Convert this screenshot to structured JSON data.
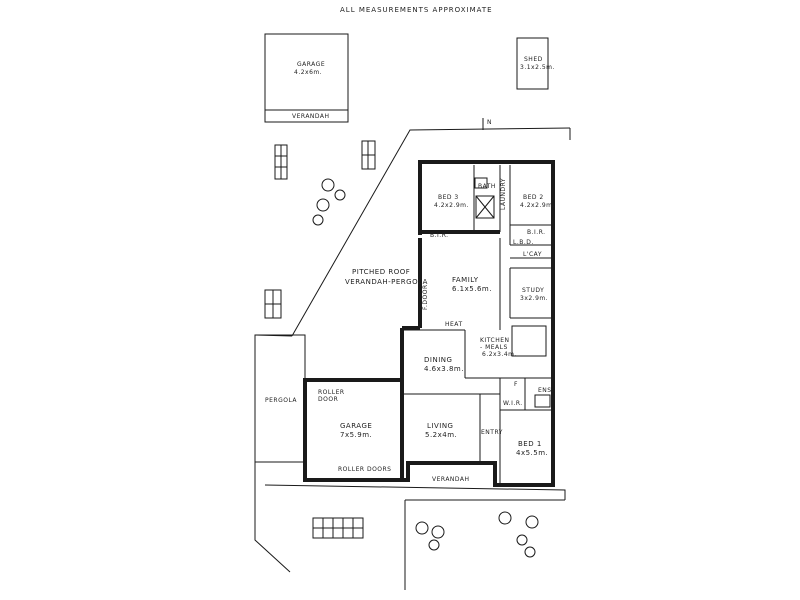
{
  "header": {
    "note": "ALL MEASUREMENTS APPROXIMATE"
  },
  "north": "N",
  "outbuildings": {
    "garage_rear": {
      "name": "GARAGE",
      "size": "4.2x6m."
    },
    "verandah_rear": "VERANDAH",
    "shed": {
      "name": "SHED",
      "size": "3.1x2.5m."
    }
  },
  "rooms": {
    "bed3": {
      "name": "BED 3",
      "size": "4.2x2.9m."
    },
    "bath": "BATH",
    "laundry": "LAUNDRY",
    "bed2": {
      "name": "BED 2",
      "size": "4.2x2.9m."
    },
    "bir1": "B.I.R.",
    "bir2": "B.I.R.",
    "lbd": "L.B.D.",
    "lcay": "L'CAY",
    "family": {
      "name": "FAMILY",
      "size": "6.1x5.6m."
    },
    "study": {
      "name": "STUDY",
      "size": "3x2.9m."
    },
    "pitched": {
      "line1": "PITCHED ROOF",
      "line2": "VERANDAH-PERGOLA"
    },
    "fdoor": "F.DOOR",
    "heat": "HEAT",
    "kitchen": {
      "line1": "KITCHEN",
      "line2": "- MEALS",
      "size": "6.2x3.4m."
    },
    "dining": {
      "name": "DINING",
      "size": "4.6x3.8m."
    },
    "living": {
      "name": "LIVING",
      "size": "5.2x4m."
    },
    "entry": "ENTRY",
    "ens": "ENS.",
    "wir": "W.I.R.",
    "fp": "F",
    "bed1": {
      "name": "BED 1",
      "size": "4x5.5m."
    },
    "garage": {
      "name": "GARAGE",
      "size": "7x5.9m."
    },
    "roller_door": {
      "line1": "ROLLER",
      "line2": "DOOR"
    },
    "roller_doors": "ROLLER DOORS",
    "pergola": "PERGOLA",
    "verandah_front": "VERANDAH"
  }
}
